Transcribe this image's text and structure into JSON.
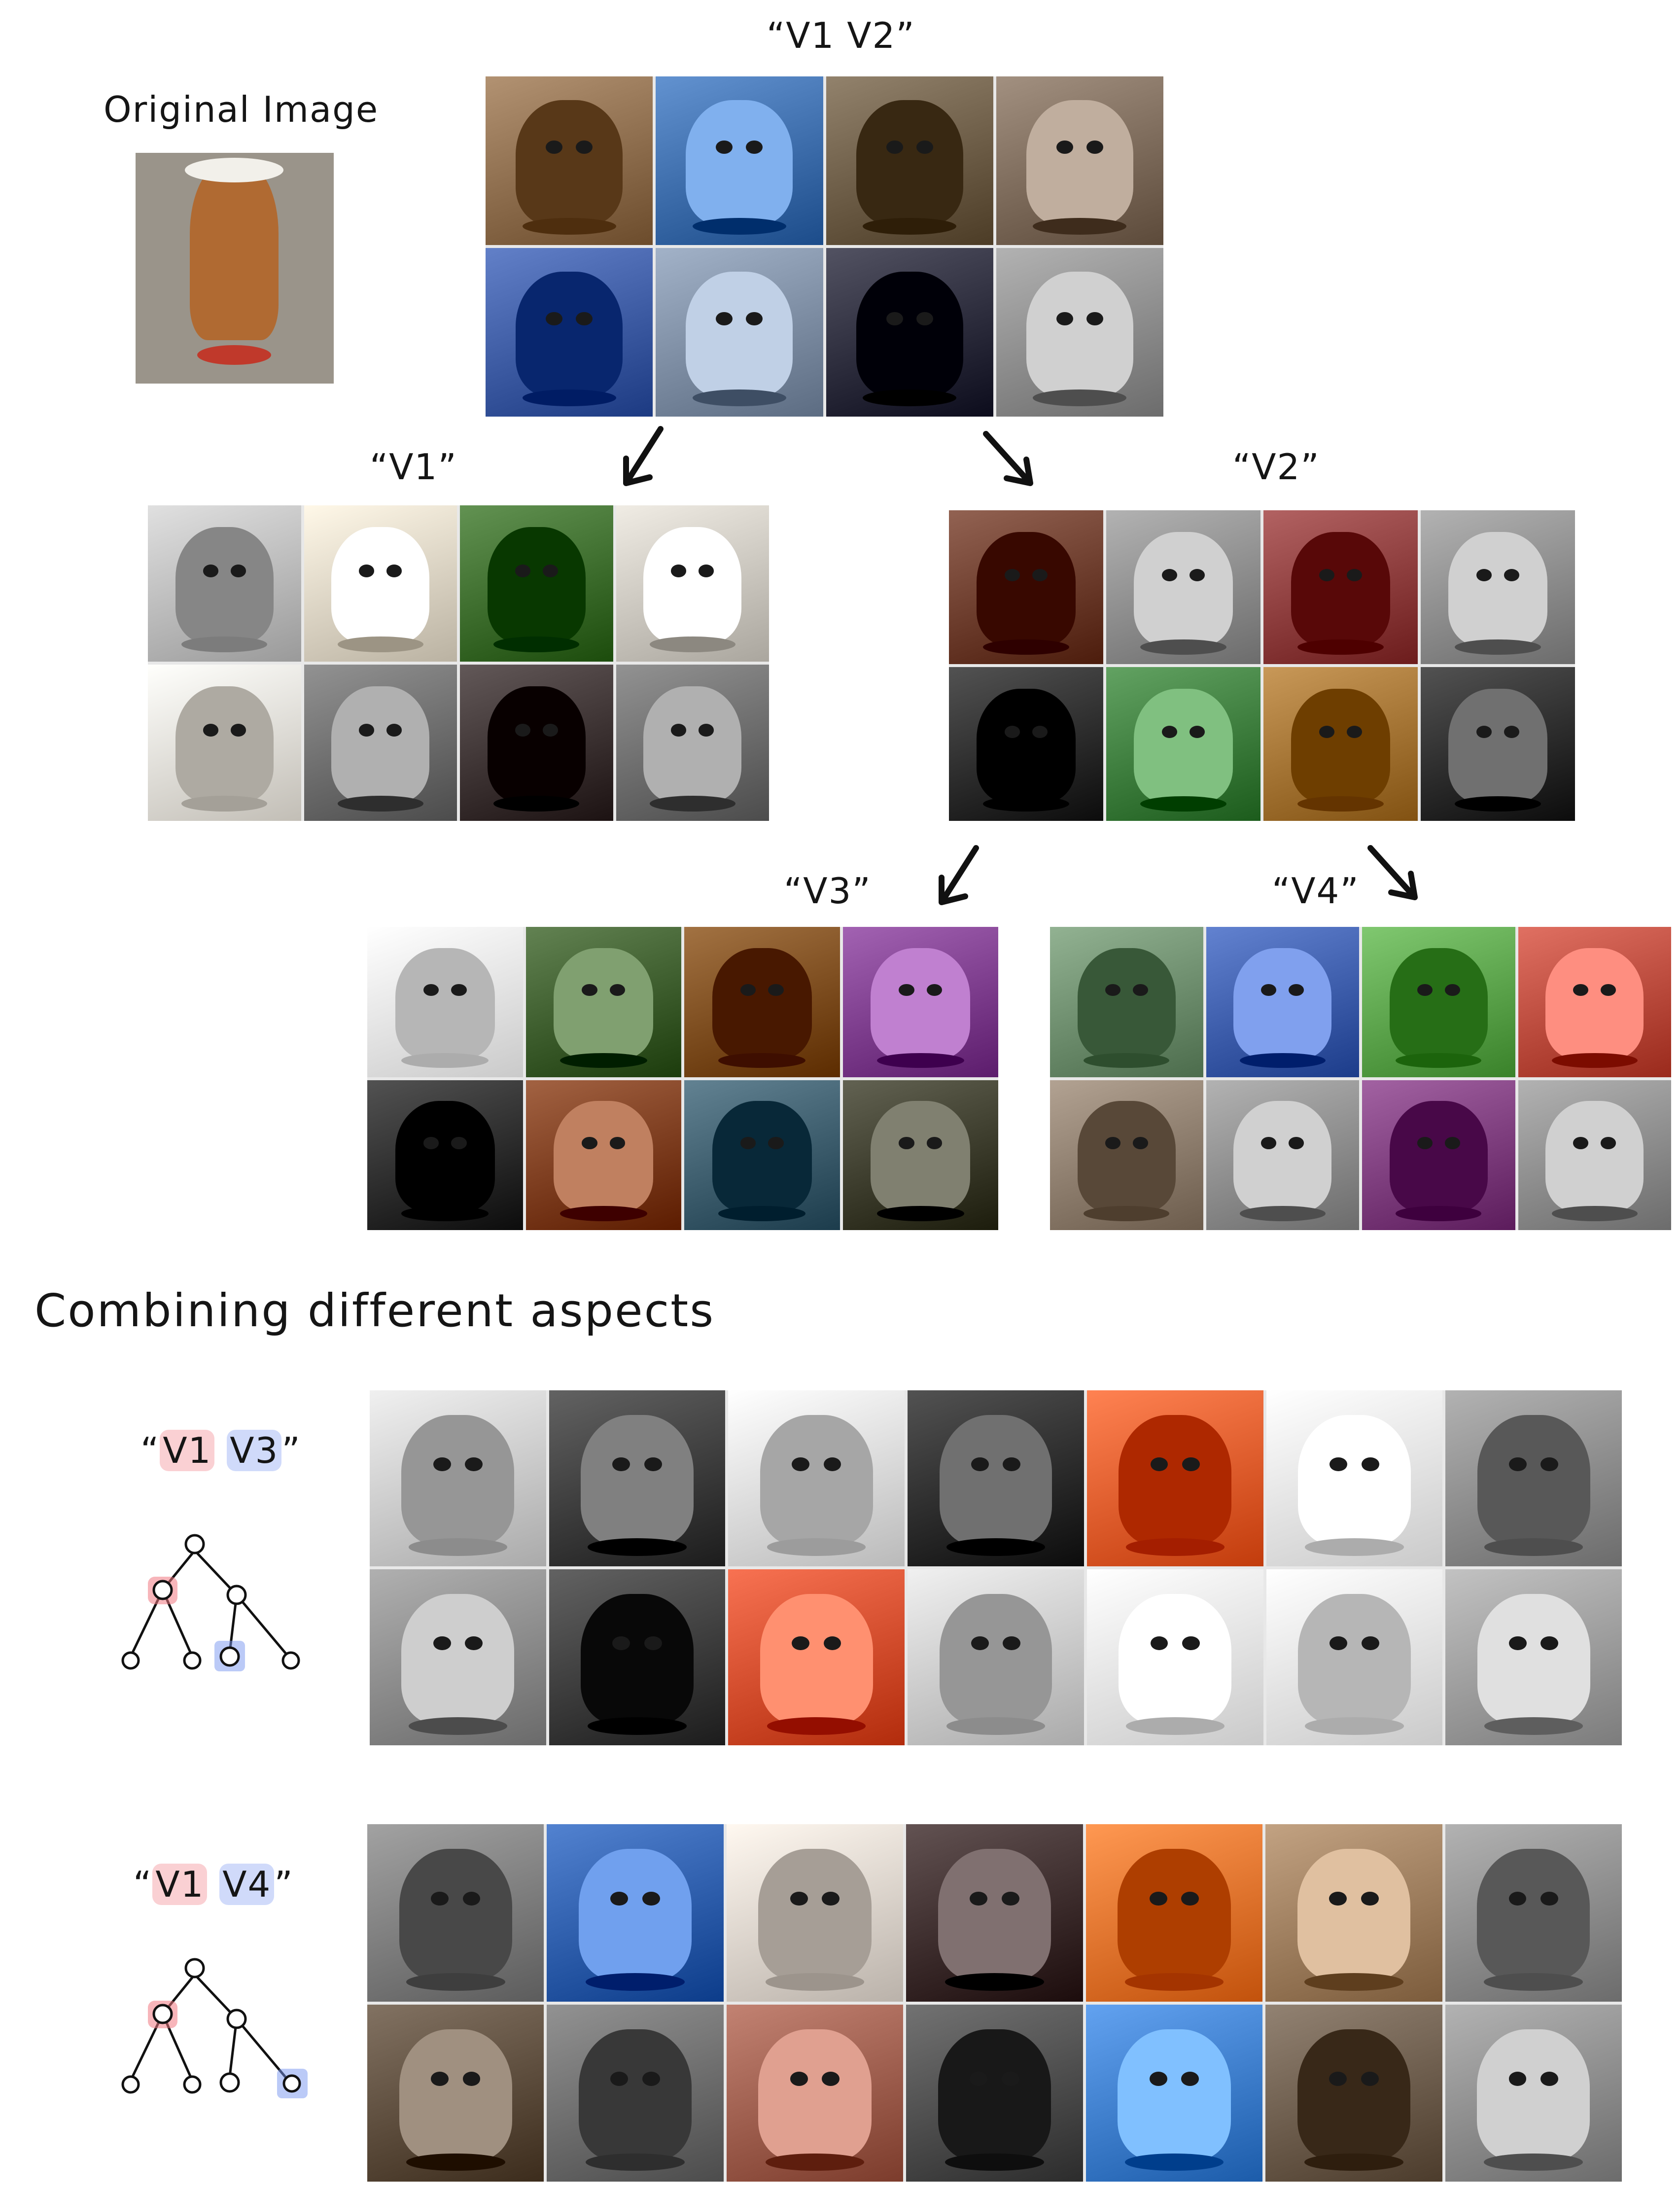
{
  "labels": {
    "original": "Original Image",
    "v1v2": "“V1 V2”",
    "v1": "“V1”",
    "v2": "“V2”",
    "v3": "“V3”",
    "v4": "“V4”",
    "combining": "Combining different aspects",
    "combo1": {
      "open": "“",
      "a": "V1",
      "b": "V3",
      "close": "”"
    },
    "combo2": {
      "open": "“",
      "a": "V1",
      "b": "V4",
      "close": "”"
    }
  },
  "colors": {
    "highlight_red": "#f07882",
    "highlight_blue": "#7896f0",
    "ink": "#151515"
  },
  "grids": {
    "v1v2": [
      "#8a6a4a",
      "#3a6aa8",
      "#6a5a44",
      "#7a6858",
      "#3a58a0",
      "#7a8aa0",
      "#2a2a3a",
      "#8a8a8a"
    ],
    "v1": [
      "#b8b8b8",
      "#d8d0c0",
      "#3a6a2a",
      "#c8c4bc",
      "#e0dcd4",
      "#6a6a6a",
      "#3a3030",
      "#6a6a6a"
    ],
    "v2": [
      "#6a3a2a",
      "#8a8a8a",
      "#8a3a3a",
      "#8a8a8a",
      "#2a2a2a",
      "#3a7a3a",
      "#a07030",
      "#2a2a2a"
    ],
    "v3": [
      "#e8e8e8",
      "#3a5a2a",
      "#7a4a1a",
      "#7a3a8a",
      "#2a2a2a",
      "#7a3a1a",
      "#3a5a6a",
      "#3a3a2a"
    ],
    "v4": [
      "#6a8a6a",
      "#3a5aa8",
      "#58a048",
      "#b8483a",
      "#8a7a6a",
      "#8a8a8a",
      "#7a3a7a",
      "#8a8a8a"
    ],
    "combo_v1v3": [
      "#c8c8c8",
      "#3a3a3a",
      "#d8d8d8",
      "#2a2a2a",
      "#e05a2a",
      "#e8e8e8",
      "#8a8a8a",
      "#888888",
      "#3a3a3a",
      "#d04a2a",
      "#c8c8c8",
      "#e8e8e8",
      "#e8e8e8",
      "#9a9a9a"
    ],
    "combo_v1v4": [
      "#7a7a7a",
      "#2a5aa8",
      "#d8d0c8",
      "#3a2a2a",
      "#e0702a",
      "#9a7a5a",
      "#8a8a8a",
      "#5a4a3a",
      "#6a6a6a",
      "#9a5a4a",
      "#4a4a4a",
      "#3a7ac8",
      "#6a5a4a",
      "#8a8a8a"
    ]
  }
}
